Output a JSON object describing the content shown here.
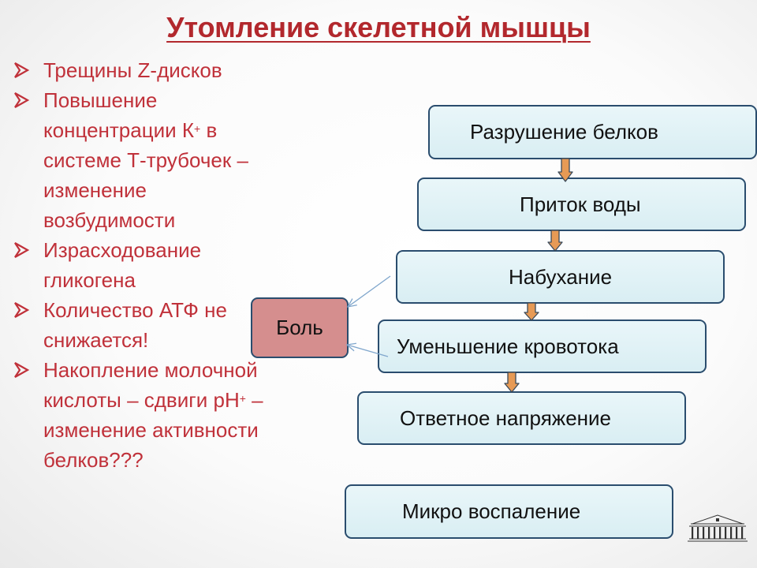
{
  "slide": {
    "title": "Утомление скелетной мышцы"
  },
  "bullets": {
    "items": [
      {
        "text": "Трещины Z-дисков"
      },
      {
        "before": "Повышение концентрации К",
        "sup": "+",
        "after": " в системе Т-трубочек – изменение возбудимости"
      },
      {
        "text": "Израсходование гликогена"
      },
      {
        "text": "Количество АТФ не снижается!"
      },
      {
        "before": "Накопление молочной кислоты – сдвиги рН",
        "sup": "+",
        "after": " – изменение активности белков???"
      }
    ]
  },
  "chain": {
    "items": [
      {
        "label": "Разрушение белков"
      },
      {
        "label": "Приток воды"
      },
      {
        "label": "Набухание"
      },
      {
        "label": "Уменьшение кровотока"
      },
      {
        "label": "Ответное напряжение"
      },
      {
        "label": "Микро воспаление"
      }
    ]
  },
  "pain_box": {
    "label": "Боль"
  },
  "colors": {
    "title": "#b2282d",
    "bullet_text": "#c0313a",
    "bullet_arrow": "#c0313a",
    "box_fill": "#e3f3f7",
    "box_border": "#2a4d6e",
    "pain_fill": "#d58e8e",
    "arrow_fill": "#e79a55",
    "arrow_border": "#3a4a5a",
    "connector": "#7fa6cc"
  },
  "icons": {
    "bullet": "arrowhead-bullet-icon",
    "logo": "university-building-logo-icon"
  }
}
